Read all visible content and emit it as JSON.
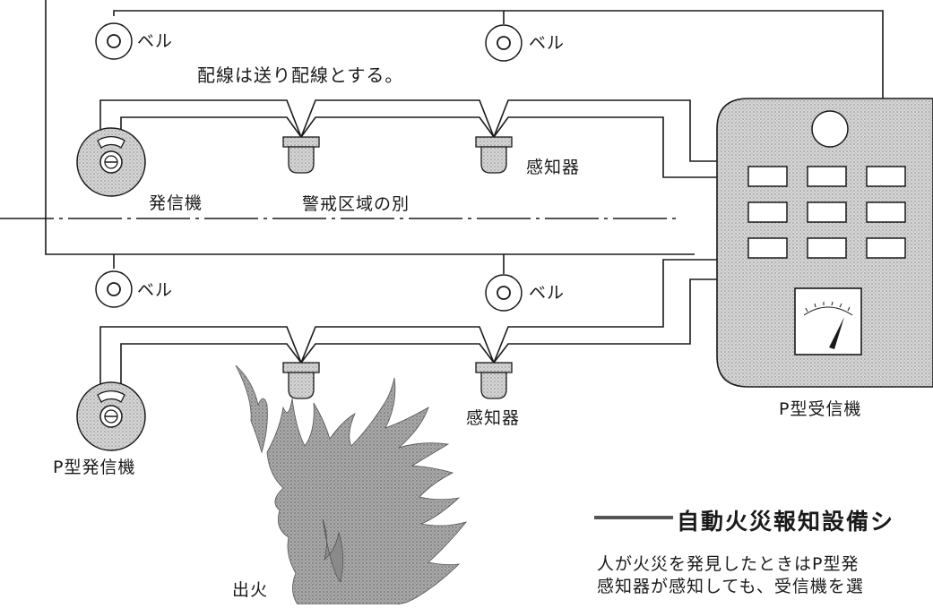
{
  "labels": {
    "bell": "ベル",
    "wiring_note": "配線は送り配線とする。",
    "detector": "感知器",
    "transmitter": "発信機",
    "zone_boundary": "警戒区域の別",
    "p_receiver": "P型受信機",
    "p_transmitter": "P型発信機",
    "fire_origin": "出火"
  },
  "section": {
    "title": "自動火災報知設備シ",
    "desc_line1": "人が火災を発見したときはP型発",
    "desc_line2": "感知器が感知しても、受信機を選"
  },
  "colors": {
    "stipple": "#c9c9c9",
    "line": "#1a1a1a",
    "flame": "#9a9a9a"
  }
}
